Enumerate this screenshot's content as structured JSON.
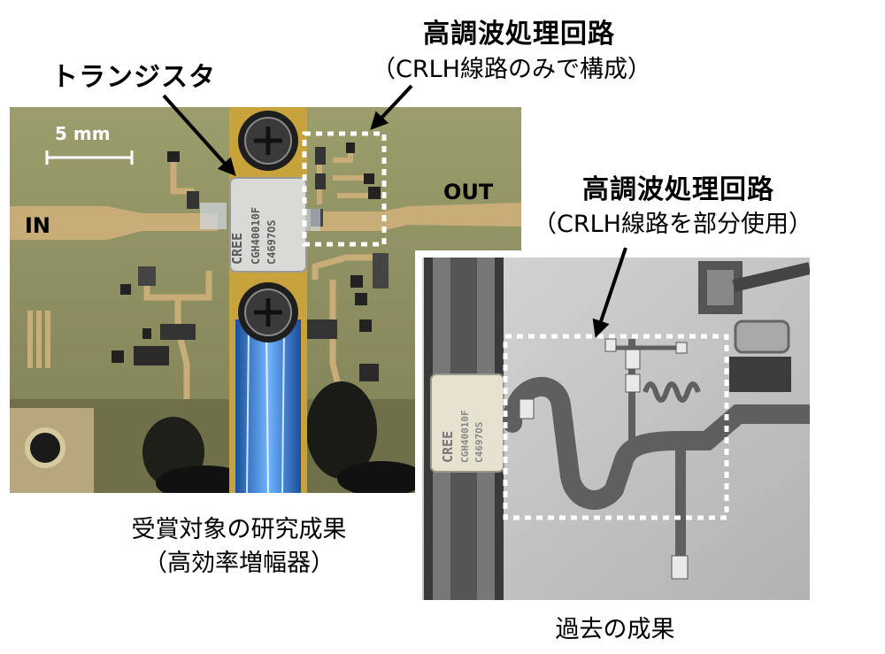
{
  "labels": {
    "transistor": "トランジスタ",
    "harmonic_top_title": "高調波処理回路",
    "harmonic_top_sub": "（CRLH線路のみで構成）",
    "harmonic_right_title": "高調波処理回路",
    "harmonic_right_sub": "（CRLH線路を部分使用）",
    "scale": "5 mm",
    "port_in": "IN",
    "port_out": "OUT",
    "caption_left_1": "受賞対象の研究成果",
    "caption_left_2": "（高効率増幅器）",
    "caption_right": "過去の成果"
  },
  "chips": {
    "left_chip_lines": [
      "CREE",
      "CGH40010F",
      "C4697OS"
    ],
    "right_chip_lines": [
      "CREE",
      "CGH40010F",
      "C4697OS"
    ]
  },
  "colors": {
    "board_left": "#8f9062",
    "trace_left": "#c9ad78",
    "flange_gold": "#c8a23a",
    "board_right": "#bfbfbf",
    "trace_right": "#5f5f5f",
    "dashed_box": "#ffffff"
  }
}
